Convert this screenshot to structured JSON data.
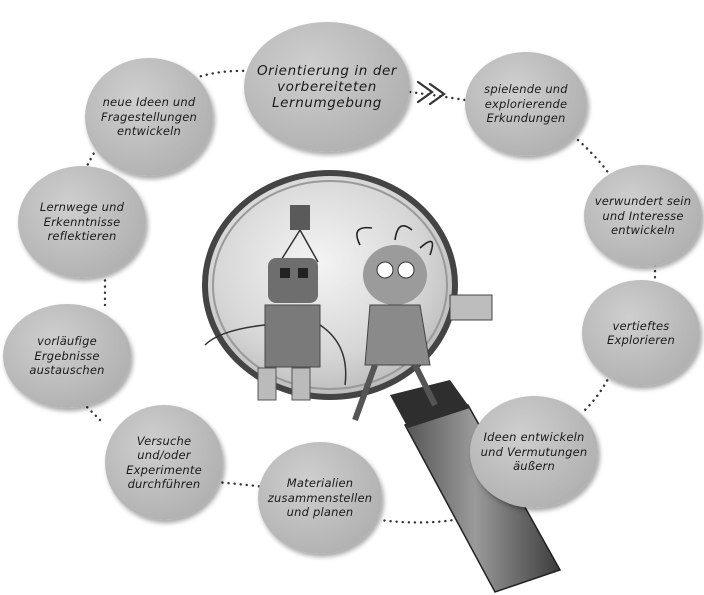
{
  "diagram": {
    "steps": [
      {
        "id": "orientierung",
        "label": "Orientierung in der vorbereiteten Lernumgebung"
      },
      {
        "id": "spielende",
        "label": "spielende und explorierende Erkundungen"
      },
      {
        "id": "verwundert",
        "label": "verwundert sein und Interesse entwickeln"
      },
      {
        "id": "vertieftes",
        "label": "vertieftes Explorieren"
      },
      {
        "id": "ideen",
        "label": "Ideen entwickeln und Vermutungen äußern"
      },
      {
        "id": "materialien",
        "label": "Materialien zusammenstellen und planen"
      },
      {
        "id": "versuche",
        "label": "Versuche und/oder Experimente durchführen"
      },
      {
        "id": "ergebnisse",
        "label": "vorläufige Ergebnisse austauschen"
      },
      {
        "id": "lernwege",
        "label": "Lernwege und Erkenntnisse reflektieren"
      },
      {
        "id": "neue-ideen",
        "label": "neue Ideen und Fragestellungen entwickeln"
      }
    ],
    "colors": {
      "node_fill": "#bdbdbd",
      "dots": "#333333",
      "lens": "#d9d9d9"
    },
    "illustration": {
      "icon": "magnifying-glass-icon",
      "figures": [
        "robot-figure-icon",
        "girl-figure-icon"
      ]
    }
  }
}
